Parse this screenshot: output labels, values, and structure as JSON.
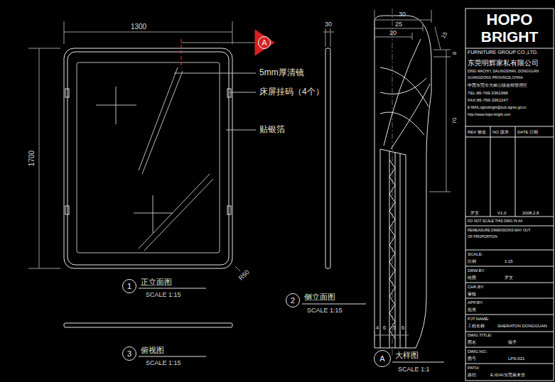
{
  "diagram": {
    "nodes": [
      {
        "text": [
          "A"
        ]
      },
      {
        "text": [
          "1"
        ]
      },
      {
        "text": [
          "2"
        ]
      },
      {
        "text": [
          "3"
        ]
      },
      {
        "text": [
          "A"
        ]
      }
    ],
    "labels": [
      "1300",
      "1700",
      "30",
      "R60",
      "5mm厚清镜",
      "床屏挂码（4个）",
      "贴银箔",
      "正立面图",
      "SCALE 1:15",
      "侧立面图",
      "SCALE 1:15",
      "俯视图",
      "SCALE 1:15",
      "大样图",
      "SCALE 1:1",
      "30",
      "25",
      "20",
      "15",
      "8",
      "70",
      "4",
      "6",
      "5",
      "6",
      "HOPO",
      "BRIGHT",
      "FURNITURE GROUP CO.,LTD.",
      "东莞明辉家私有限公司",
      "DING MACHIY, DALINGSHAN, DONGGUAN",
      "GUANGDONG PROVINCE,CHINA",
      "中国东莞市大岭山镇金桔管理区",
      "TEL:86-769-3361998",
      "FAX:86-769-3361247",
      "E-MAIL:dghobright@pub.dgnet.gd.cn",
      "http://www.hopo-bright.com",
      "REV 修改",
      "NO 版本",
      "DATE 日期",
      "罗文",
      "V1.0",
      "2008.2.8",
      "DO NOT SCALE THIS DWG IN A4",
      "REMEASURE DIMENSIONS MAY OUT",
      "OF PROPORTION",
      "SCALE:",
      "比例",
      "1:15",
      "DRW.BY:",
      "绘图",
      "罗文",
      "CHK.BY:",
      "审核",
      "APP.BY:",
      "批准",
      "PJT.NAME:",
      "工程名称",
      "SHERATON DONGGUAN",
      "DWG.TITLE:",
      "图名",
      "镜子",
      "DWG.NO.:",
      "图号",
      "LPS-021",
      "PATH:",
      "路径:",
      "E:/D/A/东莞喜来登"
    ]
  }
}
